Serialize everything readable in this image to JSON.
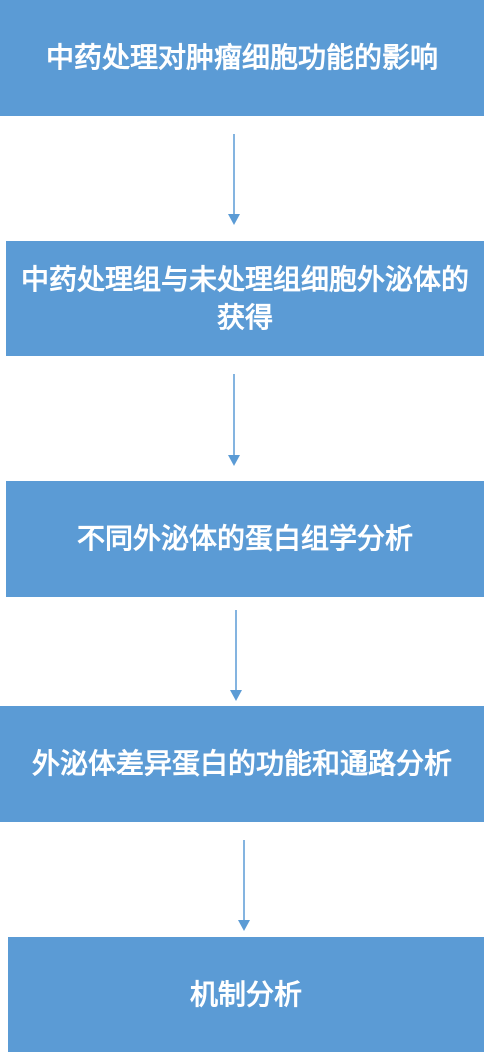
{
  "flowchart": {
    "steps": [
      {
        "label": "中药处理对肿瘤细胞功能的影响"
      },
      {
        "label": "中药处理组与未处理组细胞外泌体的获得"
      },
      {
        "label": "不同外泌体的蛋白组学分析"
      },
      {
        "label": "外泌体差异蛋白的功能和通路分析"
      },
      {
        "label": "机制分析"
      }
    ],
    "colors": {
      "box_fill": "#5b9bd5",
      "box_text": "#ffffff",
      "arrow": "#5b9bd5"
    }
  }
}
